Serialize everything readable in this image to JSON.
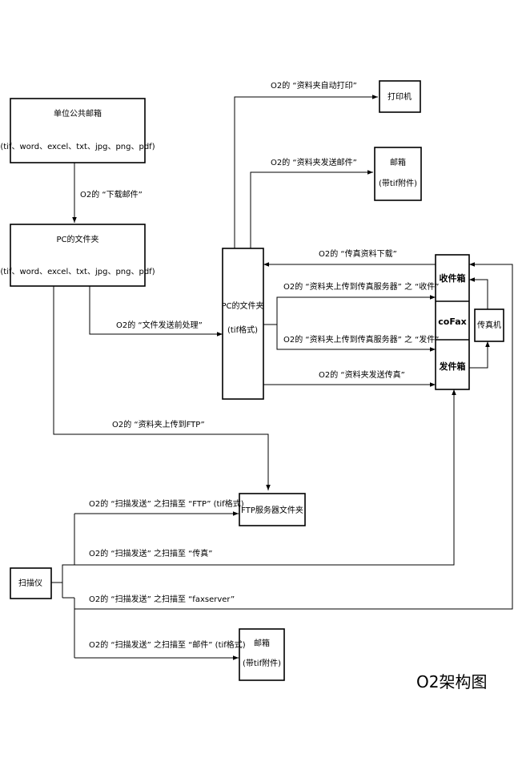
{
  "nodes": {
    "mailbox_public": {
      "title": "单位公共邮箱",
      "formats": "(tif、word、excel、txt、jpg、png、pdf)"
    },
    "pc_folder": {
      "title": "PC的文件夹",
      "formats": "(tif、word、excel、txt、jpg、png、pdf)"
    },
    "pc_folder_tif": {
      "line1": "PC的文件夹",
      "line2": "(tif格式)"
    },
    "printer": {
      "label": "打印机"
    },
    "mailbox_attach_top": {
      "line1": "邮箱",
      "line2": "(带tif附件)"
    },
    "cofax": {
      "inbox": "收件箱",
      "name": "coFax",
      "outbox": "发件箱"
    },
    "fax_machine": {
      "label": "传真机"
    },
    "ftp_folder": {
      "label": "FTP服务器文件夹"
    },
    "scanner": {
      "label": "扫描仪"
    },
    "mailbox_attach_bottom": {
      "line1": "邮箱",
      "line2": "(带tif附件)"
    }
  },
  "edges": {
    "download_mail": "O2的 “下载邮件”",
    "file_send_preprocess": "O2的 “文件发送前处理”",
    "folder_to_ftp": "O2的 “资料夹上传到FTP”",
    "folder_auto_print": "O2的 “资料夹自动打印”",
    "folder_send_mail": "O2的 “资料夹发送邮件”",
    "fax_download": "O2的 “传真资料下载”",
    "upload_inbox": "O2的 “资料夹上传到传真服务器” 之 “收件”",
    "upload_outbox": "O2的 “资料夹上传到传真服务器” 之 “发件”",
    "folder_send_fax": "O2的 “资料夹发送传真”",
    "scan_ftp": "O2的 “扫描发送” 之扫描至 “FTP” (tif格式)",
    "scan_fax": "O2的 “扫描发送” 之扫描至 “传真”",
    "scan_faxserver": "O2的 “扫描发送” 之扫描至 “faxserver”",
    "scan_mail": "O2的 “扫描发送” 之扫描至 “邮件” (tif格式)"
  },
  "diagram_title": "O2架构图"
}
